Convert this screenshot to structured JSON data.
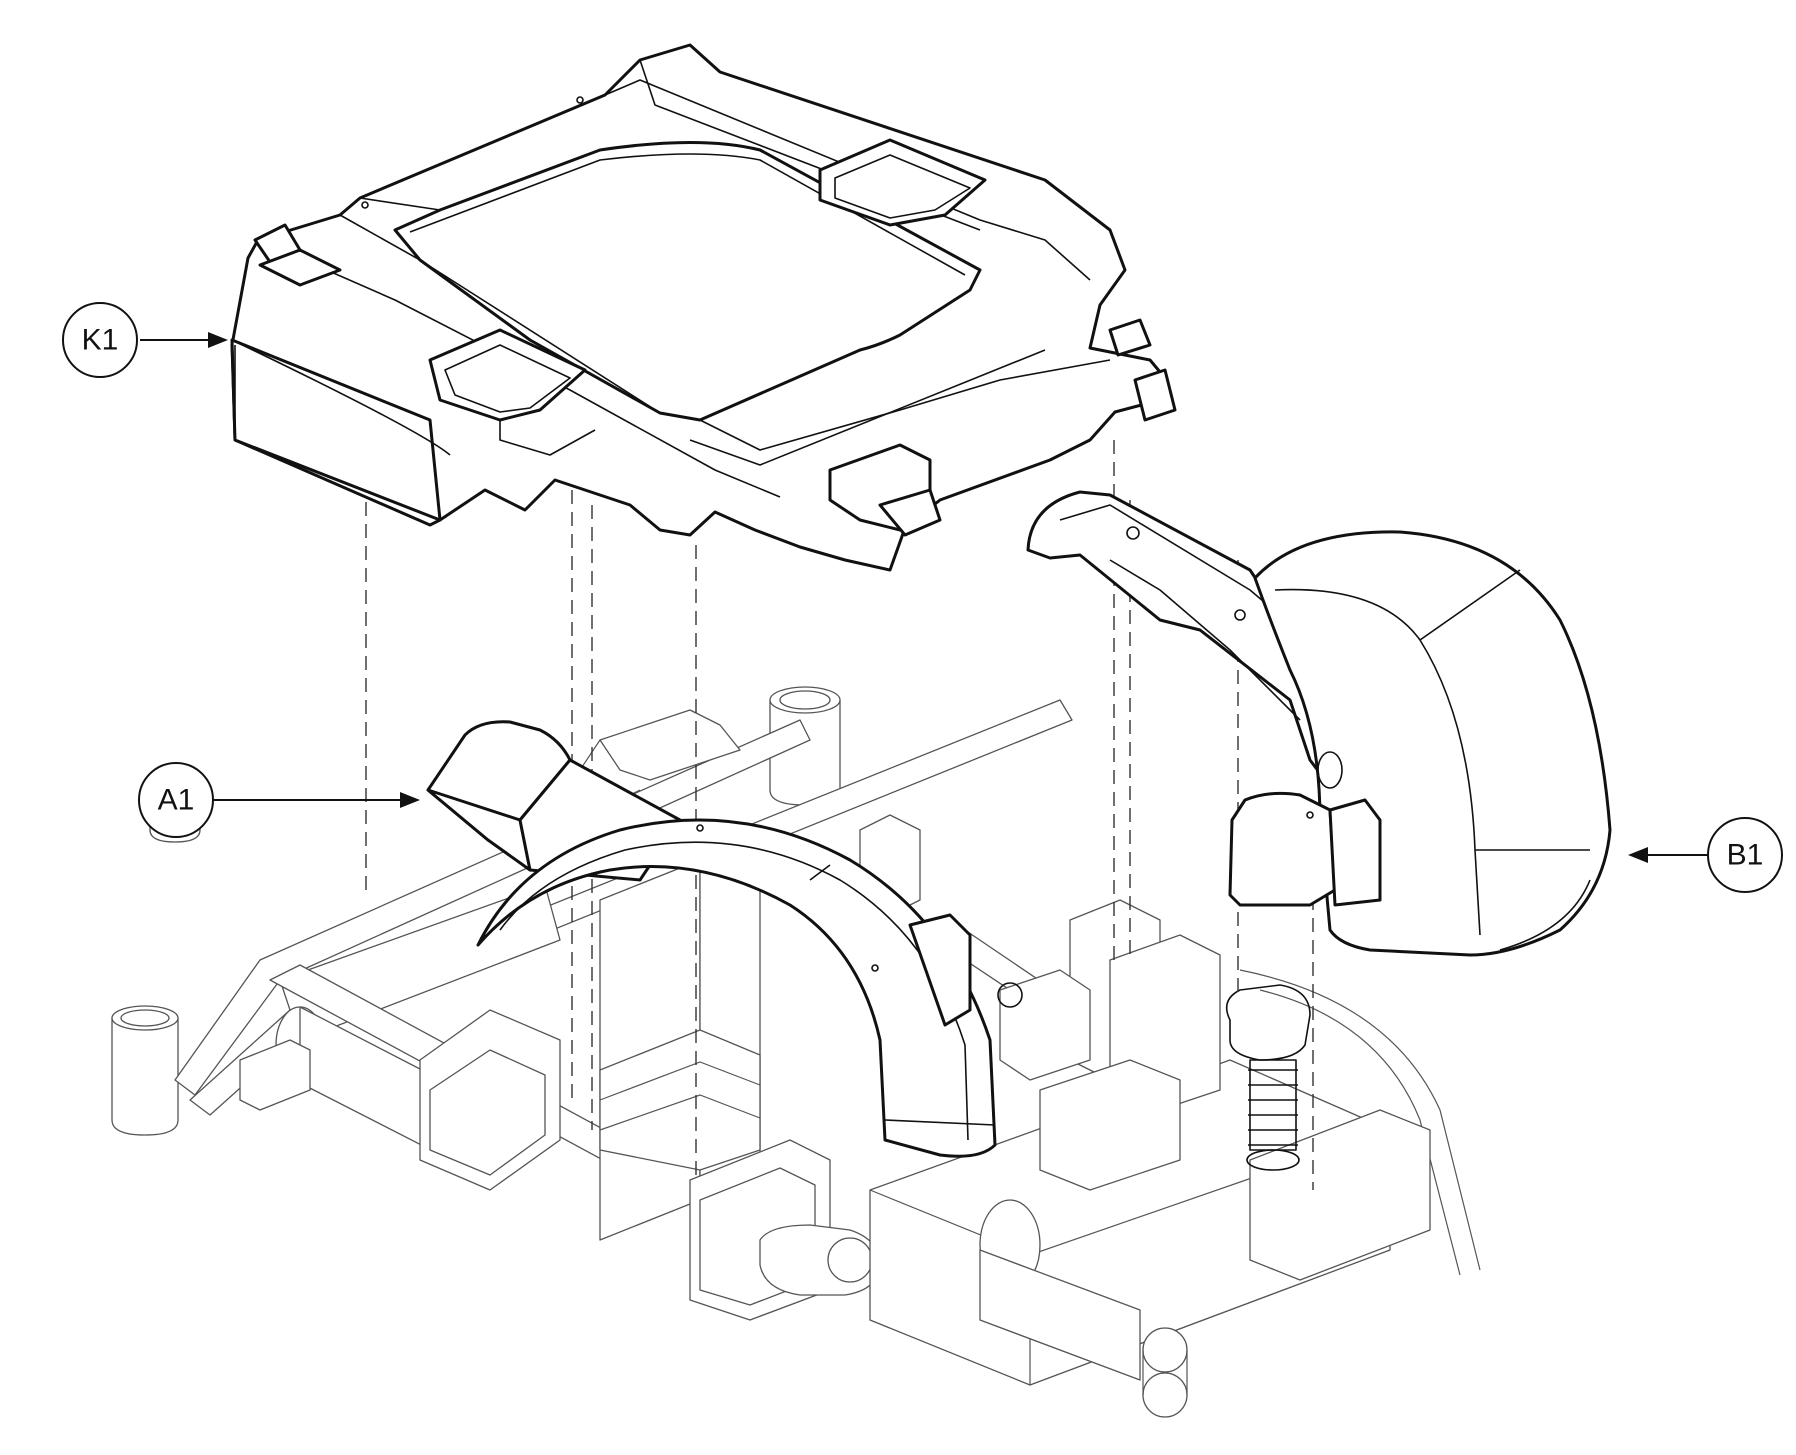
{
  "callouts": [
    {
      "id": "k1",
      "label": "K1"
    },
    {
      "id": "a1",
      "label": "A1"
    },
    {
      "id": "b1",
      "label": "B1"
    }
  ],
  "colors": {
    "line": "#111111",
    "frame": "#555555",
    "background": "#ffffff"
  }
}
